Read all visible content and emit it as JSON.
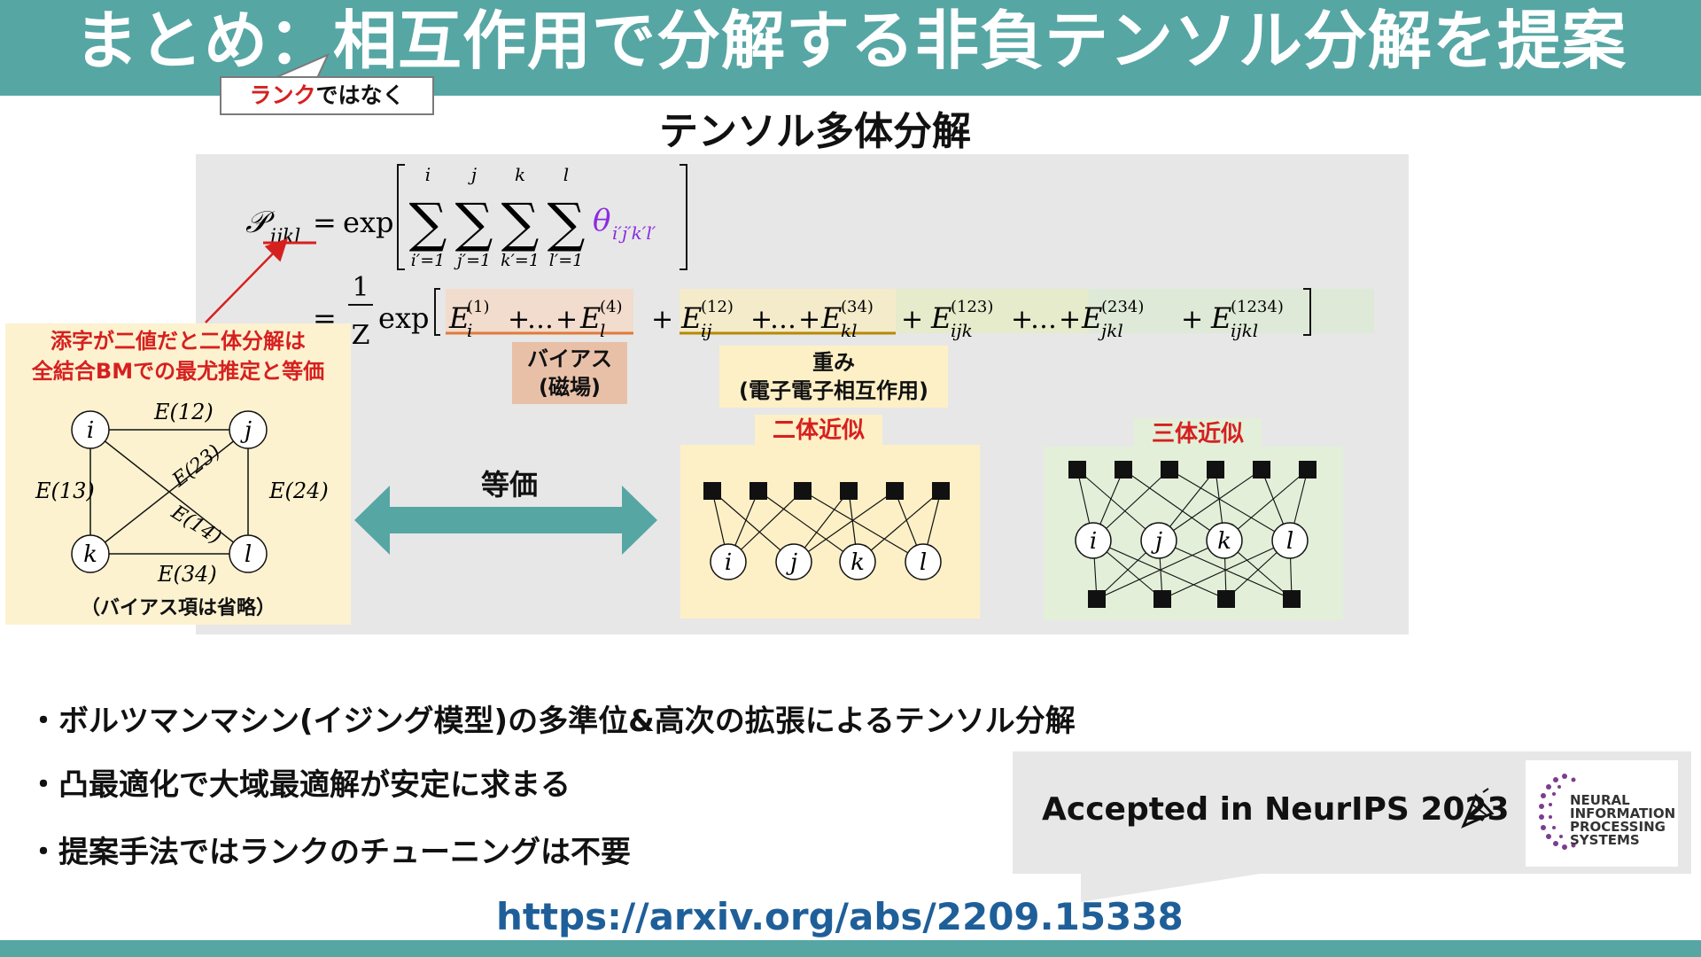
{
  "slide": {
    "title": "まとめ：相互作用で分解する非負テンソル分解を提案",
    "rank_callout": {
      "red": "ランク",
      "rest": "ではなく"
    },
    "subtitle": "テンソル多体分解",
    "left_note": [
      "添字が二値だと二体分解は",
      "全結合BMでの最尤推定と等価"
    ],
    "graph": {
      "nodes": [
        "i",
        "j",
        "k",
        "l"
      ],
      "edges": [
        "E(12)",
        "E(13)",
        "E(23)",
        "E(24)",
        "E(14)",
        "E(34)"
      ],
      "bias_omitted": "（バイアス項は省略）"
    },
    "bias_label": [
      "バイアス",
      "(磁場)"
    ],
    "weight_label": [
      "重み",
      "(電子電子相互作用)"
    ],
    "equivalence_label": "等価",
    "two_body_label": "二体近似",
    "three_body_label": "三体近似",
    "approx_nodes": [
      "i",
      "j",
      "k",
      "l"
    ],
    "bullets": [
      "・ボルツマンマシン(イジング模型)の多準位&高次の拡張によるテンソル分解",
      "・凸最適化で大域最適解が安定に求まる",
      "・提案手法ではランクのチューニングは不要"
    ],
    "accepted": "Accepted in NeurIPS 2023",
    "logo_text": [
      "NEURAL",
      "INFORMATION",
      "PROCESSING",
      "SYSTEMS"
    ],
    "url": "https://arxiv.org/abs/2209.15338",
    "colors": {
      "teal": "#56a6a4",
      "red": "#d62020",
      "purple": "#8a2be2",
      "link": "#1f5f99"
    },
    "icons": [
      "party-popper-icon"
    ]
  },
  "formula": {
    "line1": {
      "lhs": "𝒫",
      "lhs_sub": "ijkl",
      "eq": "=",
      "exp": "exp",
      "sums": [
        {
          "top": "i",
          "bottom": "i′=1"
        },
        {
          "top": "j",
          "bottom": "j′=1"
        },
        {
          "top": "k",
          "bottom": "k′=1"
        },
        {
          "top": "l",
          "bottom": "l′=1"
        }
      ],
      "theta": "θ",
      "theta_sub": "i′j′k′l′"
    },
    "line2": {
      "eq": "=",
      "num": "1",
      "den": "Z",
      "exp": "exp",
      "plus": "+",
      "dots": "…",
      "E": "E",
      "terms": [
        {
          "sub": "i",
          "sup": "(1)"
        },
        {
          "sub": "l",
          "sup": "(4)"
        },
        {
          "sub": "ij",
          "sup": "(12)"
        },
        {
          "sub": "kl",
          "sup": "(34)"
        },
        {
          "sub": "ijk",
          "sup": "(123)"
        },
        {
          "sub": "jkl",
          "sup": "(234)"
        },
        {
          "sub": "ijkl",
          "sup": "(1234)"
        }
      ]
    }
  }
}
